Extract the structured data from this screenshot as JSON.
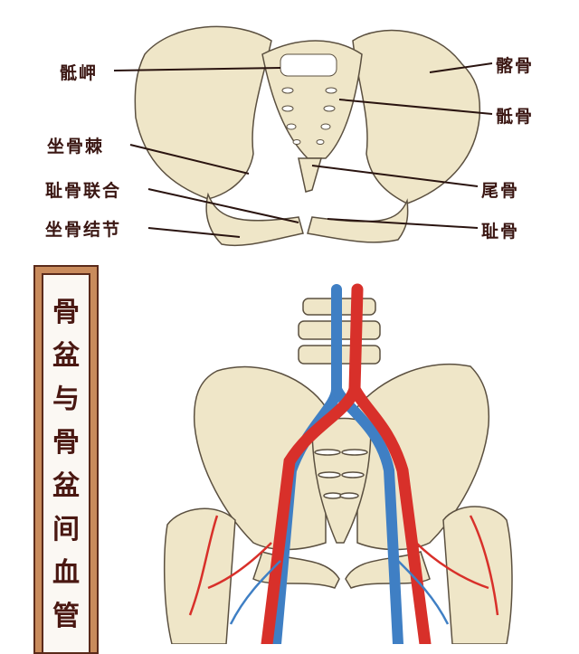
{
  "title_chars": [
    "骨",
    "盆",
    "与",
    "骨",
    "盆",
    "间",
    "血",
    "管"
  ],
  "labels": {
    "left": [
      "骶岬",
      "坐骨棘",
      "耻骨联合",
      "坐骨结节"
    ],
    "right": [
      "髂骨",
      "骶骨",
      "尾骨",
      "耻骨"
    ]
  },
  "colors": {
    "bone": "#efe6c8",
    "bone_shade": "#c9bc92",
    "artery": "#d8302a",
    "vein": "#3f7fc4",
    "text": "#3a1612",
    "frame": "#c98b5c"
  }
}
